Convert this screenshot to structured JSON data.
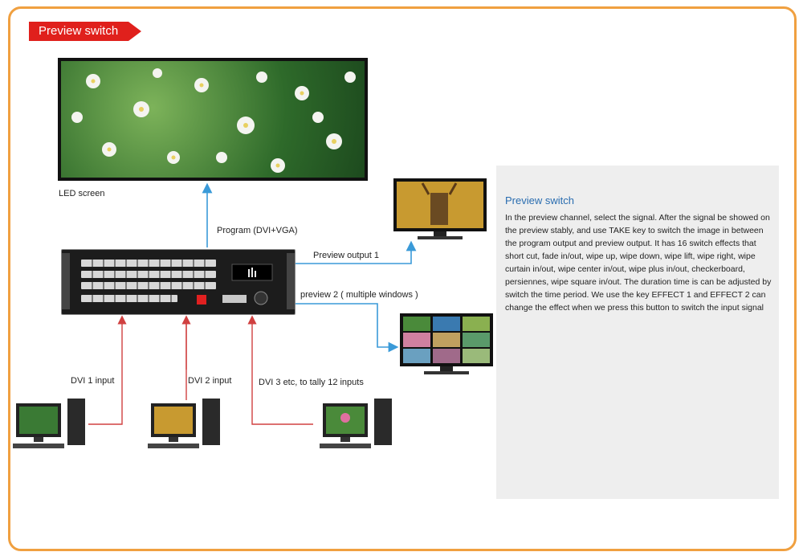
{
  "header": {
    "title": "Preview switch"
  },
  "labels": {
    "led_screen": "LED screen",
    "program": "Program (DVI+VGA)",
    "preview_output_1": "Preview output 1",
    "preview_2": "preview 2 ( multiple windows )",
    "dvi1": "DVI 1 input",
    "dvi2": "DVI 2 input",
    "dvi3": "DVI 3 etc, to tally 12 inputs"
  },
  "panel": {
    "title": "Preview switch",
    "text": "In the preview channel, select the signal. After the signal be showed on the preview stably, and use TAKE key to switch the image in between the program output and preview output. It has 16 switch effects that short cut, fade in/out, wipe up, wipe down, wipe lift, wipe right, wipe curtain in/out, wipe center in/out, wipe plus in/out, checkerboard, persiennes, wipe square in/out. The duration time is can be adjusted by switch the time period. We use the key EFFECT 1 and EFFECT 2 can change the effect when we press this button to switch the input signal"
  },
  "colors": {
    "accent_red": "#e0201c",
    "frame_orange": "#f0a040",
    "arrow_blue": "#3a9ad8",
    "arrow_red": "#d04040"
  },
  "icons": [
    "led-screen-image",
    "tv-monitor-icon",
    "multiview-tv-icon",
    "video-processor-device",
    "desktop-computer-icon"
  ]
}
